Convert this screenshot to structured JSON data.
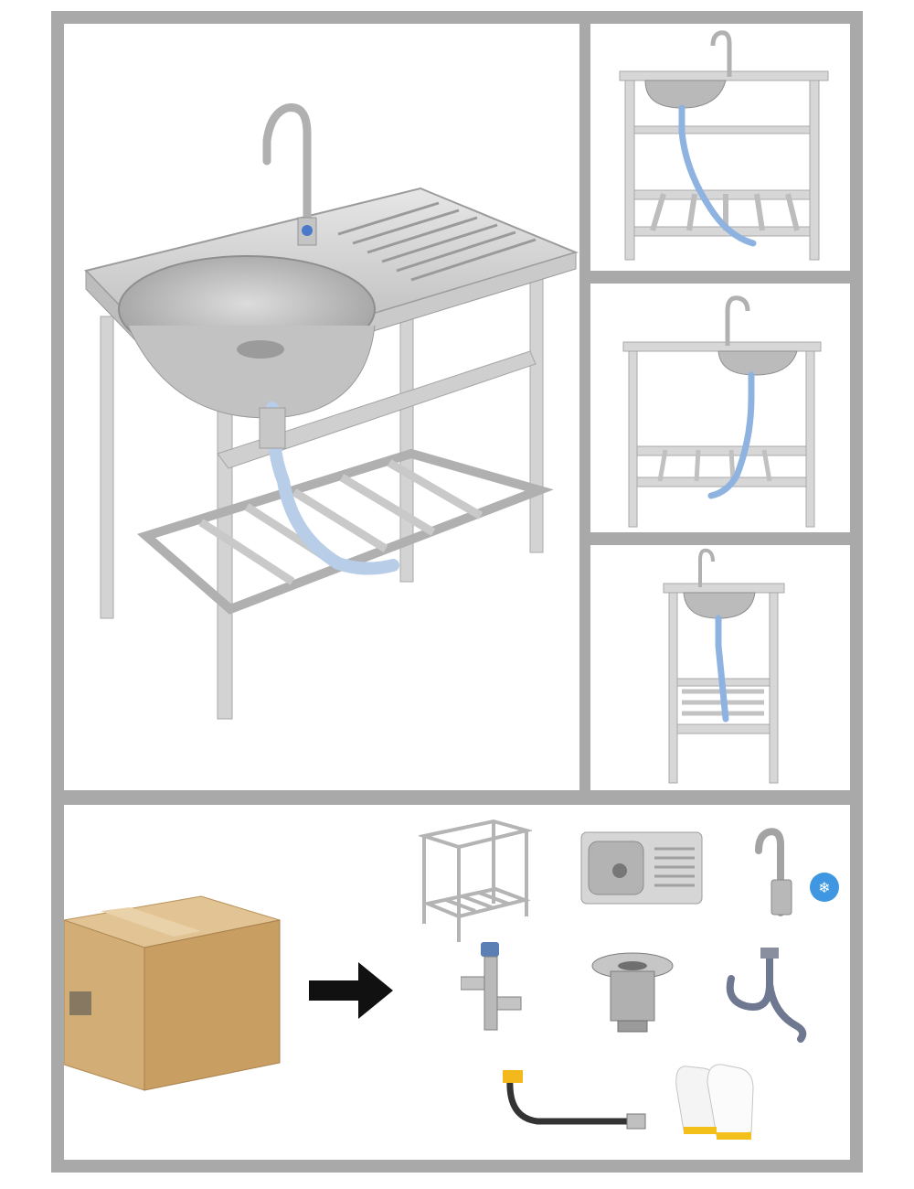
{
  "image": {
    "views": [
      "main-perspective",
      "front-view",
      "side-view",
      "narrow-view"
    ],
    "components": [
      "frame",
      "sink-basin",
      "faucet",
      "angle-valve",
      "drain-strainer",
      "drain-pipe",
      "water-hose",
      "work-gloves"
    ]
  },
  "colors": {
    "border": "#a9a9a9",
    "steel": "#c8c8c8",
    "steel_dark": "#8f8f8f",
    "hose_blue": "#8fb3e0",
    "box": "#d4b07f",
    "glove_yellow": "#f2c018"
  }
}
